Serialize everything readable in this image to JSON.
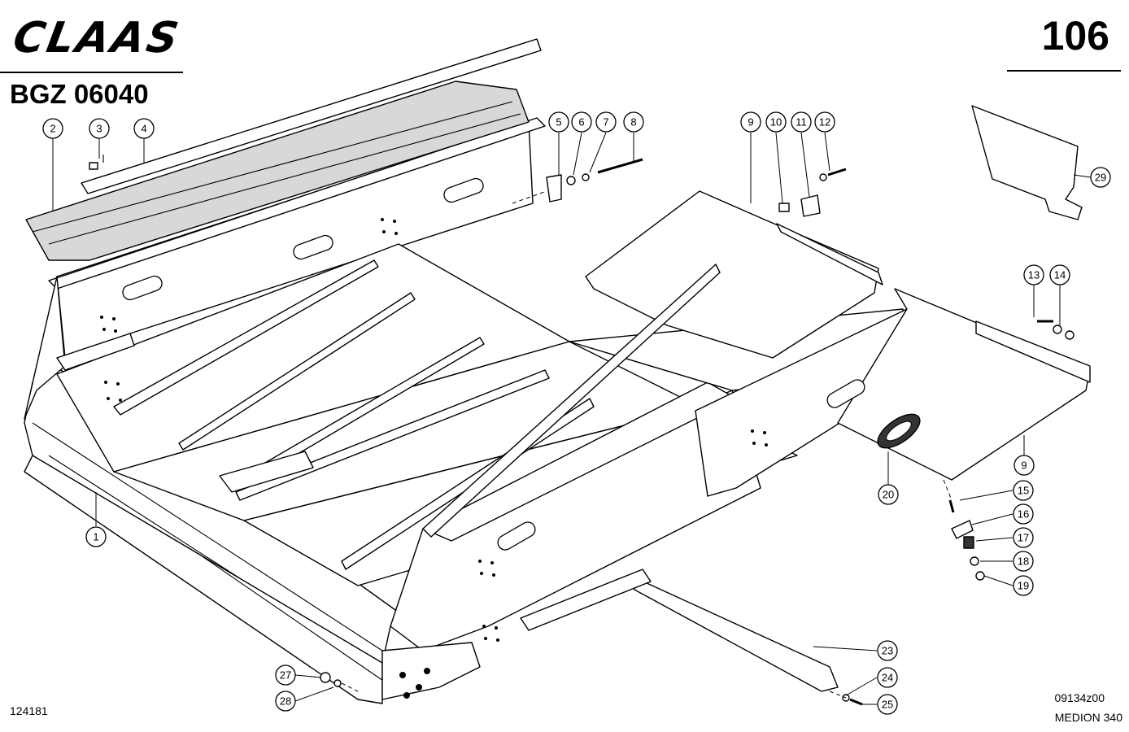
{
  "header": {
    "brand": "CLAAS",
    "page_number": "106",
    "document_code": "BGZ 06040"
  },
  "footer": {
    "left_code": "124181",
    "figure_ref": "09134z00",
    "model": "MEDION 340"
  },
  "callouts": [
    "1",
    "2",
    "3",
    "4",
    "5",
    "6",
    "7",
    "8",
    "9",
    "10",
    "11",
    "12",
    "13",
    "14",
    "15",
    "16",
    "17",
    "18",
    "19",
    "20",
    "23",
    "24",
    "25",
    "27",
    "28",
    "29",
    "9"
  ]
}
